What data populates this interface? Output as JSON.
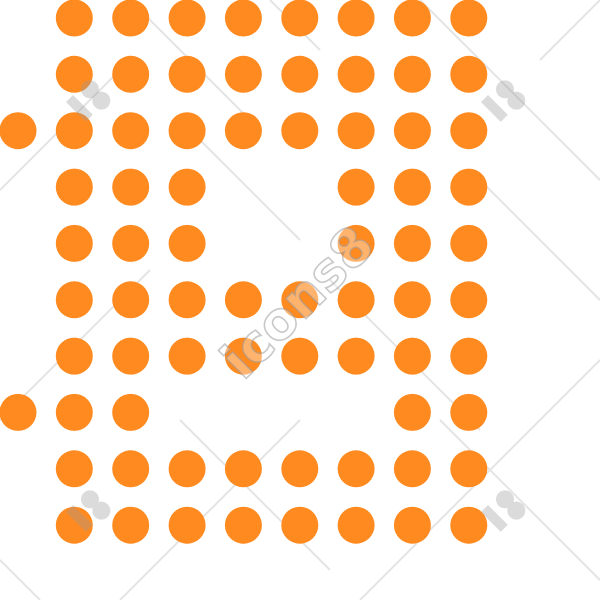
{
  "icon": {
    "name": "dotted-book-icon",
    "dot_color": "#FF8A1F",
    "rows": [
      [
        0,
        1,
        1,
        1,
        1,
        1,
        1,
        1,
        1
      ],
      [
        0,
        1,
        1,
        1,
        1,
        1,
        1,
        1,
        1
      ],
      [
        1,
        1,
        1,
        1,
        1,
        1,
        1,
        1,
        1
      ],
      [
        0,
        1,
        1,
        1,
        0,
        0,
        1,
        1,
        1
      ],
      [
        0,
        1,
        1,
        1,
        0,
        0,
        1,
        1,
        1
      ],
      [
        0,
        1,
        1,
        1,
        1,
        1,
        1,
        1,
        1
      ],
      [
        0,
        1,
        1,
        1,
        1,
        1,
        1,
        1,
        1
      ],
      [
        1,
        1,
        1,
        0,
        0,
        0,
        0,
        1,
        1
      ],
      [
        0,
        1,
        1,
        1,
        1,
        1,
        1,
        1,
        1
      ],
      [
        0,
        1,
        1,
        1,
        1,
        1,
        1,
        1,
        1
      ]
    ]
  },
  "watermark": {
    "text": "icons8",
    "color": "#9a9a9a"
  }
}
